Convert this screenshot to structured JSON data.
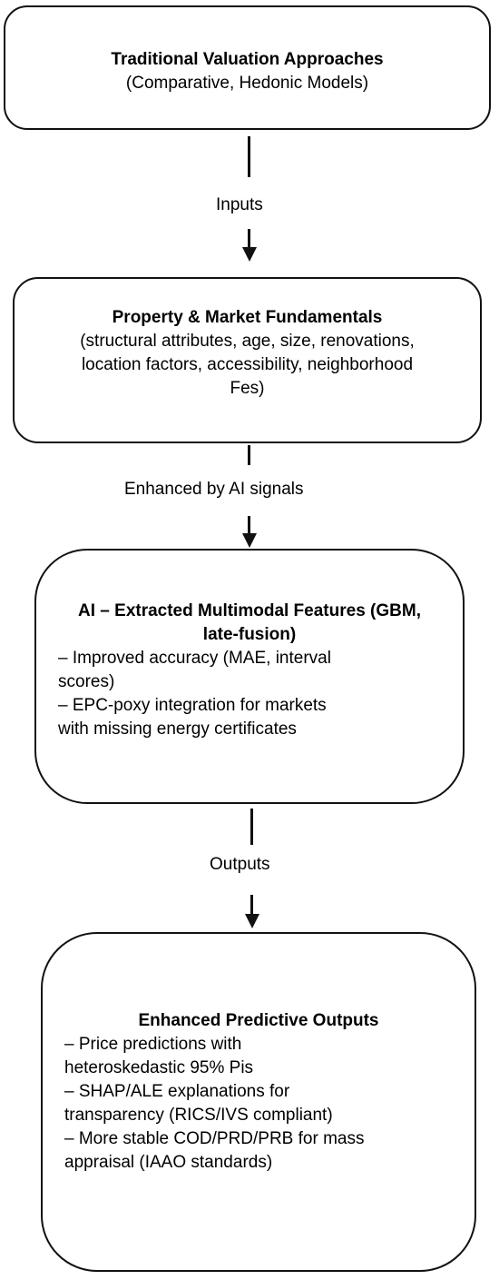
{
  "boxes": [
    {
      "title": "Traditional Valuation Approaches",
      "lines": [
        "(Comparative, Hedonic Models)"
      ]
    },
    {
      "title": "Property & Market Fundamentals",
      "lines": [
        "(structural attributes, age, size, renovations,",
        "location factors, accessibility, neighborhood",
        "Fes)"
      ]
    },
    {
      "title": "AI – Extracted Multimodal Features (GBM, late-fusion)",
      "lines": [
        "– Improved accuracy (MAE, interval",
        "scores)",
        "– EPC-poxy integration for markets",
        "with missing energy certificates"
      ]
    },
    {
      "title": "Enhanced Predictive Outputs",
      "lines": [
        "– Price predictions with",
        "heteroskedastic 95% Pis",
        "– SHAP/ALE explanations for",
        "transparency (RICS/IVS compliant)",
        "– More stable COD/PRD/PRB for mass",
        "appraisal (IAAO standards)"
      ]
    }
  ],
  "connectors": [
    {
      "label": "Inputs"
    },
    {
      "label": "Enhanced by AI signals"
    },
    {
      "label": "Outputs"
    }
  ]
}
